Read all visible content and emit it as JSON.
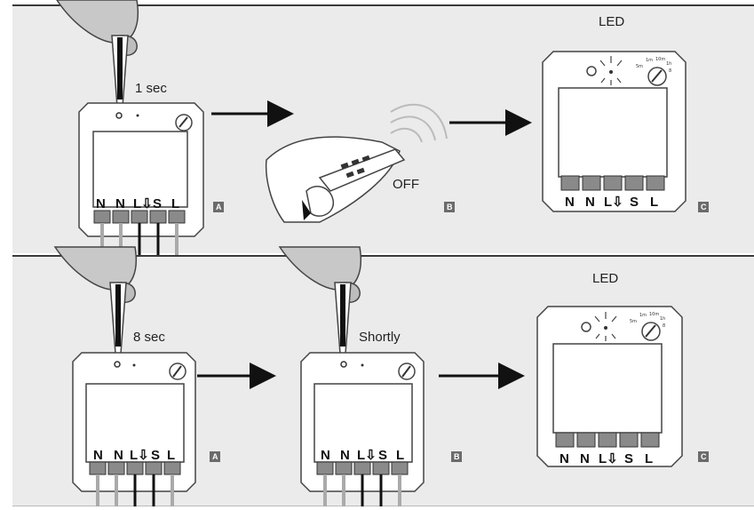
{
  "top_row": {
    "step_a": {
      "time_label": "1 sec",
      "badge": "A"
    },
    "step_b": {
      "state_label": "OFF",
      "badge": "B"
    },
    "step_c": {
      "led_label": "LED",
      "badge": "C"
    }
  },
  "bottom_row": {
    "step_a": {
      "time_label": "8 sec",
      "badge": "A"
    },
    "step_b": {
      "time_label": "Shortly",
      "badge": "B"
    },
    "step_c": {
      "led_label": "LED",
      "badge": "C"
    }
  },
  "terminals": [
    "N",
    "N",
    "L⇩",
    "S",
    "L"
  ],
  "dial_labels": [
    "5m",
    "1m",
    "10m",
    "1h",
    "8"
  ],
  "colors": {
    "panel": "#ebebeb",
    "device": "#ffffff",
    "terminal_block": "#8a8a8a",
    "badge": "#6b6b6b"
  }
}
